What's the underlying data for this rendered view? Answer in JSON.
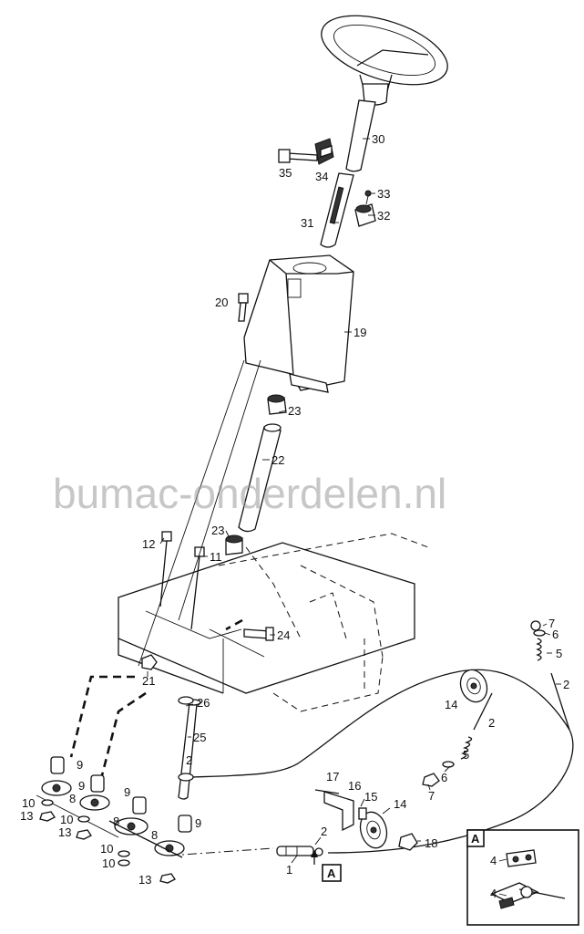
{
  "watermark": "bumac-onderdelen.nl",
  "callouts": {
    "c1": "1",
    "c2": "2",
    "c4": "4",
    "c5": "5",
    "c6": "6",
    "c7": "7",
    "c8": "8",
    "c9": "9",
    "c10": "10",
    "c11": "11",
    "c12": "12",
    "c13": "13",
    "c14": "14",
    "c15": "15",
    "c16": "16",
    "c17": "17",
    "c18": "18",
    "c19": "19",
    "c20": "20",
    "c21": "21",
    "c22": "22",
    "c23": "23",
    "c24": "24",
    "c25": "25",
    "c26": "26",
    "c30": "30",
    "c31": "31",
    "c32": "32",
    "c33": "33",
    "c34": "34",
    "c35": "35"
  },
  "detail_letter": "A"
}
